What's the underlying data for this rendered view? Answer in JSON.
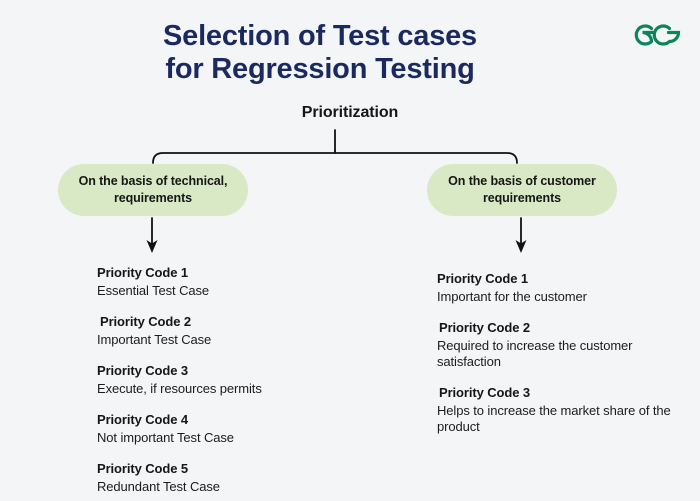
{
  "background_color": "#f4f5f7",
  "brand": {
    "logo_name": "geeksforgeeks-logo",
    "logo_color": "#0b8457"
  },
  "title": {
    "line1": "Selection of Test cases",
    "line2": "for Regression Testing",
    "color": "#1b2a5e"
  },
  "diagram": {
    "root": {
      "label": "Prioritization"
    },
    "pill_color": "#d9e9c6",
    "connector_color": "#111111",
    "branches": [
      {
        "id": "technical",
        "label_line1": "On the basis of technical,",
        "label_line2": "requirements",
        "items": [
          {
            "code": "Priority Code 1",
            "desc": "Essential Test Case"
          },
          {
            "code": "Priority Code 2",
            "desc": "Important Test Case"
          },
          {
            "code": "Priority Code 3",
            "desc": "Execute, if resources permits"
          },
          {
            "code": "Priority Code 4",
            "desc": "Not important Test Case"
          },
          {
            "code": "Priority Code 5",
            "desc": "Redundant Test Case"
          }
        ]
      },
      {
        "id": "customer",
        "label_line1": "On the basis of customer",
        "label_line2": "requirements",
        "items": [
          {
            "code": "Priority Code 1",
            "desc": "Important for the customer"
          },
          {
            "code": "Priority Code 2",
            "desc": "Required to increase the customer satisfaction"
          },
          {
            "code": "Priority Code 3",
            "desc": "Helps to increase the market share of the product"
          }
        ]
      }
    ]
  }
}
